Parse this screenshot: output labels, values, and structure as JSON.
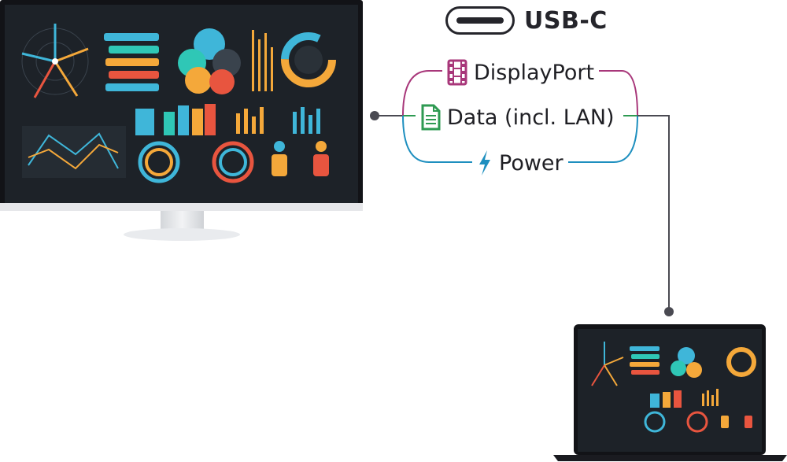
{
  "connector": {
    "name": "USB-C"
  },
  "signals": [
    {
      "key": "displayport",
      "label": "DisplayPort",
      "icon": "film-strip-icon",
      "color": "#a8377a"
    },
    {
      "key": "data",
      "label": "Data (incl. LAN)",
      "icon": "document-icon",
      "color": "#2e9a52"
    },
    {
      "key": "power",
      "label": "Power",
      "icon": "lightning-bolt-icon",
      "color": "#1e8fbf"
    }
  ],
  "colors": {
    "cable": "#4a4a52",
    "screen_bg": "#1d2228",
    "bezel": "#121317",
    "stand": "#e3e5e8",
    "accent_orange": "#f4a83a",
    "accent_blue": "#3fb6d9",
    "accent_teal": "#2fc7b6",
    "accent_red": "#e8553f"
  },
  "devices": [
    {
      "type": "monitor",
      "icon": "monitor-icon"
    },
    {
      "type": "laptop",
      "icon": "laptop-icon"
    }
  ]
}
